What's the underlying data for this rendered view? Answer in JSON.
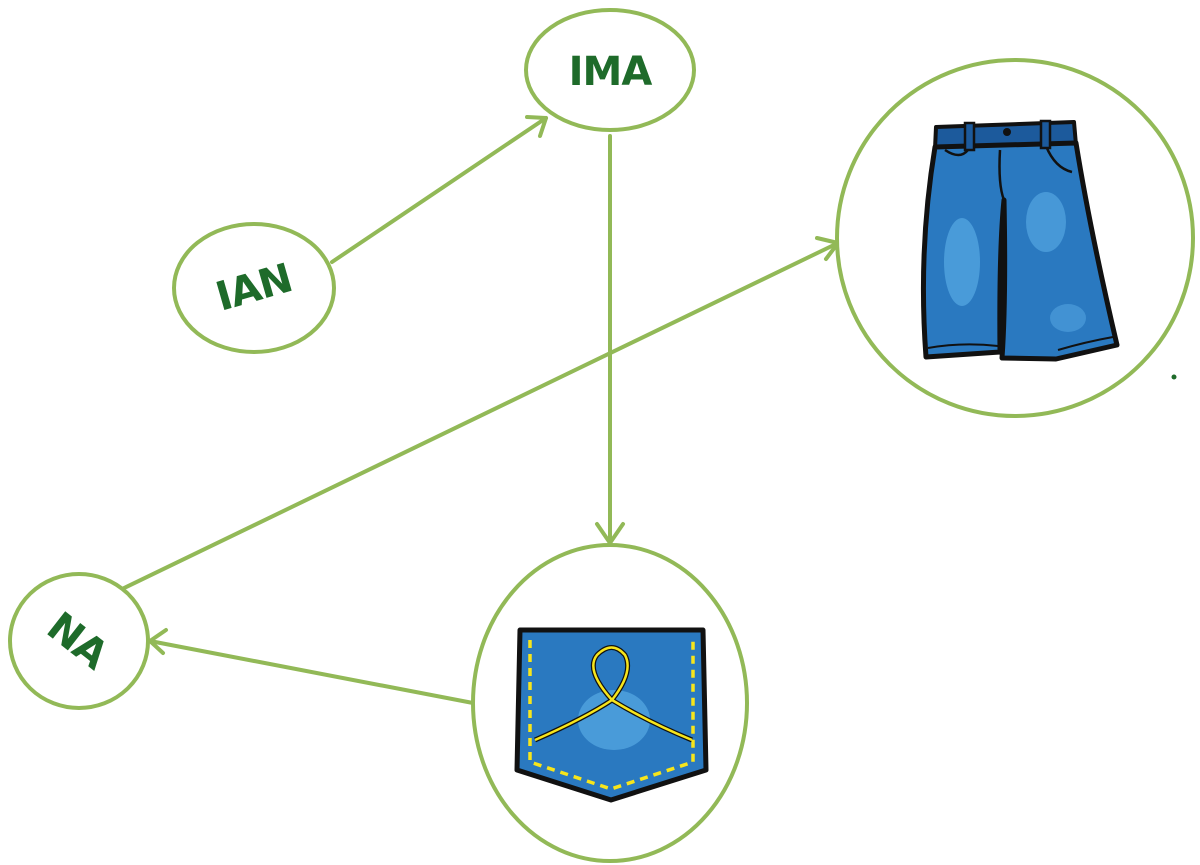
{
  "colors": {
    "outline": "#92b957",
    "label": "#1e6b2a",
    "denim": "#2a79c0",
    "denim_dark": "#1c5a9c",
    "denim_light": "#5fb2ea",
    "stitch": "#f7e51b",
    "ink": "#111111"
  },
  "nodes": {
    "ima": {
      "label": "IMA"
    },
    "ian": {
      "label": "IAN"
    },
    "na": {
      "label": "NA"
    },
    "pants": {
      "icon": "jeans-pants-icon"
    },
    "pocket": {
      "icon": "jeans-pocket-icon"
    }
  },
  "edges": [
    {
      "from": "ian",
      "to": "ima"
    },
    {
      "from": "ima",
      "to": "pocket"
    },
    {
      "from": "pocket",
      "to": "na"
    },
    {
      "from": "na",
      "to": "pants"
    }
  ]
}
